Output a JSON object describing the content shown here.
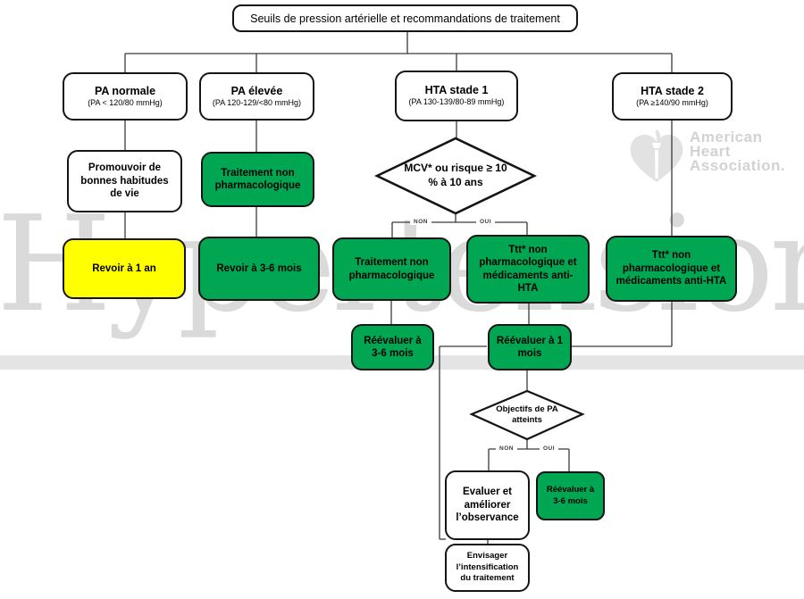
{
  "title": "Seuils de pression artérielle et recommandations de traitement",
  "watermark": "Hypertension",
  "logo": {
    "line1": "American",
    "line2": "Heart",
    "line3": "Association."
  },
  "columns": [
    {
      "title": "PA normale",
      "subtitle": "(PA < 120/80 mmHg)"
    },
    {
      "title": "PA élevée",
      "subtitle": "(PA 120-129/<80 mmHg)"
    },
    {
      "title": "HTA stade 1",
      "subtitle": "(PA 130-139/80-89 mmHg)"
    },
    {
      "title": "HTA stade 2",
      "subtitle": "(PA ≥140/90 mmHg)"
    }
  ],
  "decisions": {
    "cvd_risk": "MCV* ou risque ≥ 10 % à 10 ans",
    "bp_goals": "Objectifs de PA atteints"
  },
  "branch_labels": {
    "no": "NON",
    "yes": "OUI"
  },
  "boxes": {
    "promote_habits": "Promouvoir de bonnes habitudes de vie",
    "nonpharm_treatment_elevated": "Traitement non pharmacologique",
    "review_1_year": "Revoir à 1 an",
    "review_3_6_months": "Revoir à 3-6 mois",
    "nonpharm_treatment_stage1": "Traitement non pharmacologique",
    "nonpharm_plus_meds_stage1": "Ttt* non pharmacologique et médicaments anti-HTA",
    "nonpharm_plus_meds_stage2": "Ttt* non pharmacologique et médicaments anti-HTA",
    "reassess_3_6_months": "Réévaluer à 3-6 mois",
    "reassess_1_month": "Réévaluer à 1 mois",
    "evaluate_adherence": "Evaluer et améliorer l’observance",
    "reassess_3_6_months_goal": "Réévaluer à 3-6 mois",
    "intensify_treatment": "Envisager l’intensification du traitement"
  },
  "colors": {
    "green": "#00a651",
    "yellow": "#ffff00",
    "line": "#3a3a3a",
    "watermark_gray": "#dadada",
    "band_gray": "#e4e4e4"
  }
}
